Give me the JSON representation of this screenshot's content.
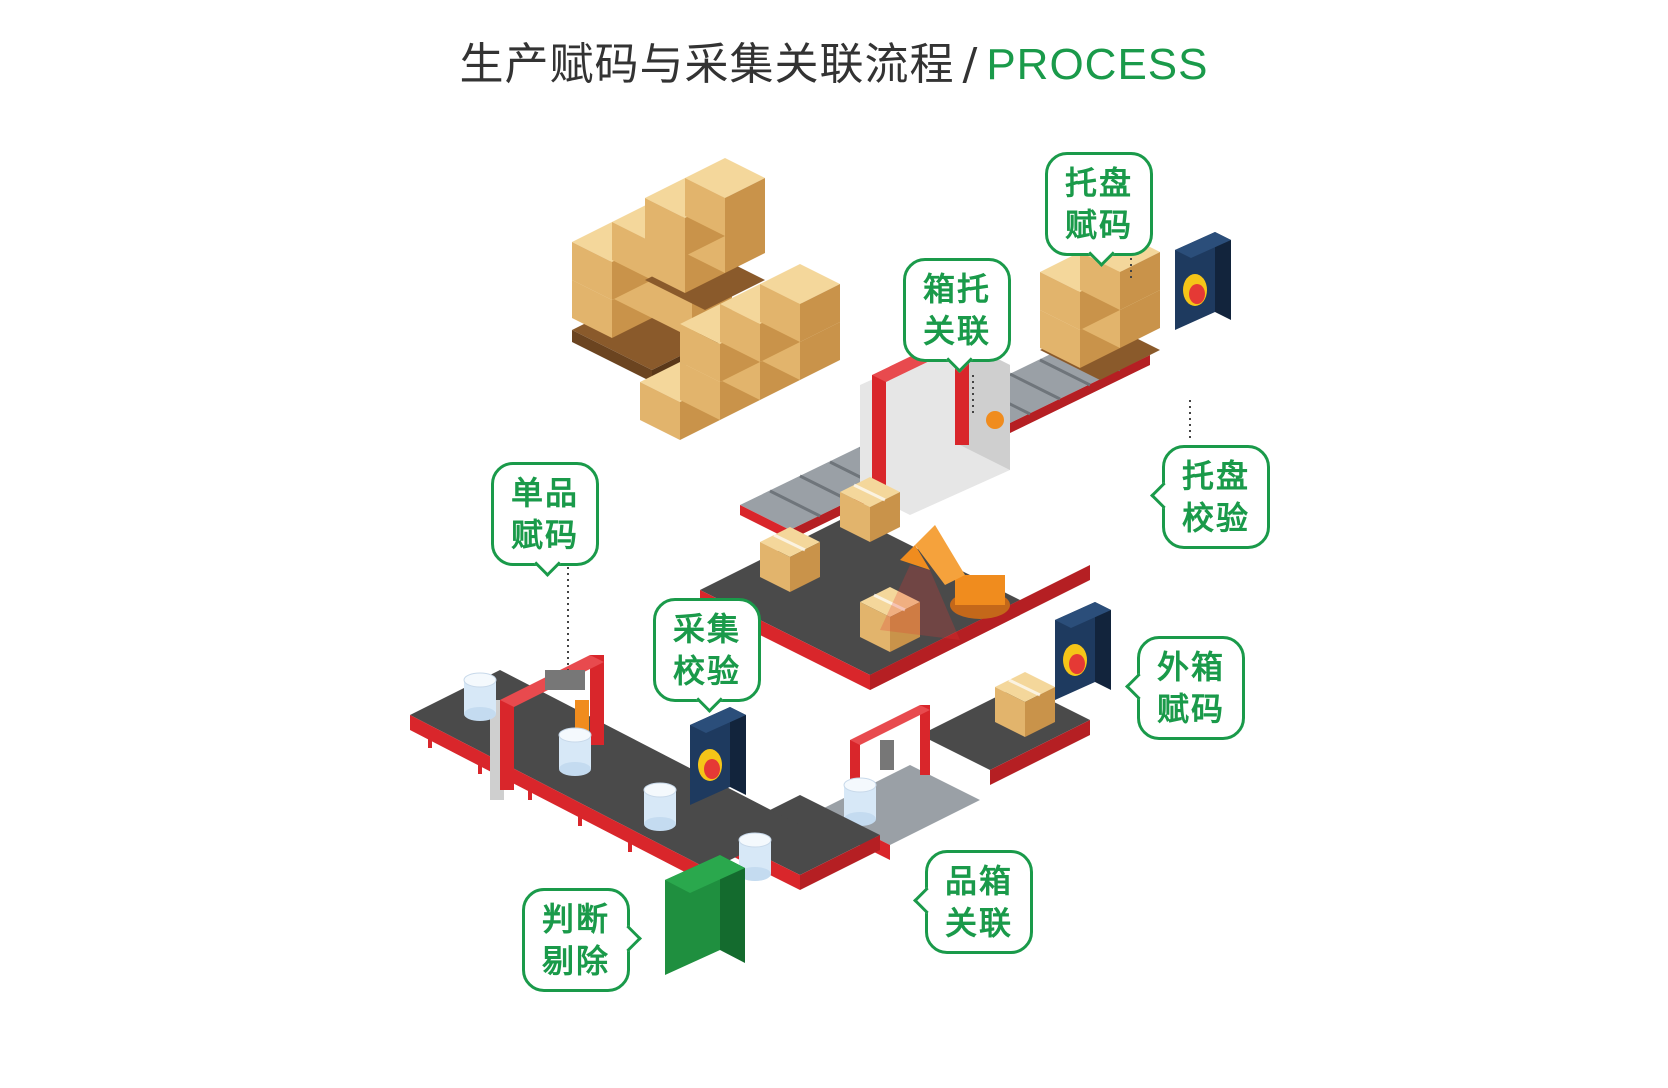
{
  "title": {
    "zh": "生产赋码与采集关联流程",
    "separator": "/",
    "en": "PROCESS"
  },
  "labels": {
    "single_coding": {
      "line1": "单品",
      "line2": "赋码"
    },
    "collect_verify": {
      "line1": "采集",
      "line2": "校验"
    },
    "box_pallet_link": {
      "line1": "箱托",
      "line2": "关联"
    },
    "pallet_coding": {
      "line1": "托盘",
      "line2": "赋码"
    },
    "pallet_verify": {
      "line1": "托盘",
      "line2": "校验"
    },
    "outer_box_coding": {
      "line1": "外箱",
      "line2": "赋码"
    },
    "product_box_link": {
      "line1": "品箱",
      "line2": "关联"
    },
    "judge_reject": {
      "line1": "判断",
      "line2": "剔除"
    }
  },
  "colors": {
    "brand_green": "#1a9a4a",
    "frame_red": "#d9262b",
    "belt_dark": "#4a4a4a",
    "box_tan": "#e7bf7e",
    "scanner_navy": "#1e3a5f",
    "robot_orange": "#f08c1e"
  }
}
